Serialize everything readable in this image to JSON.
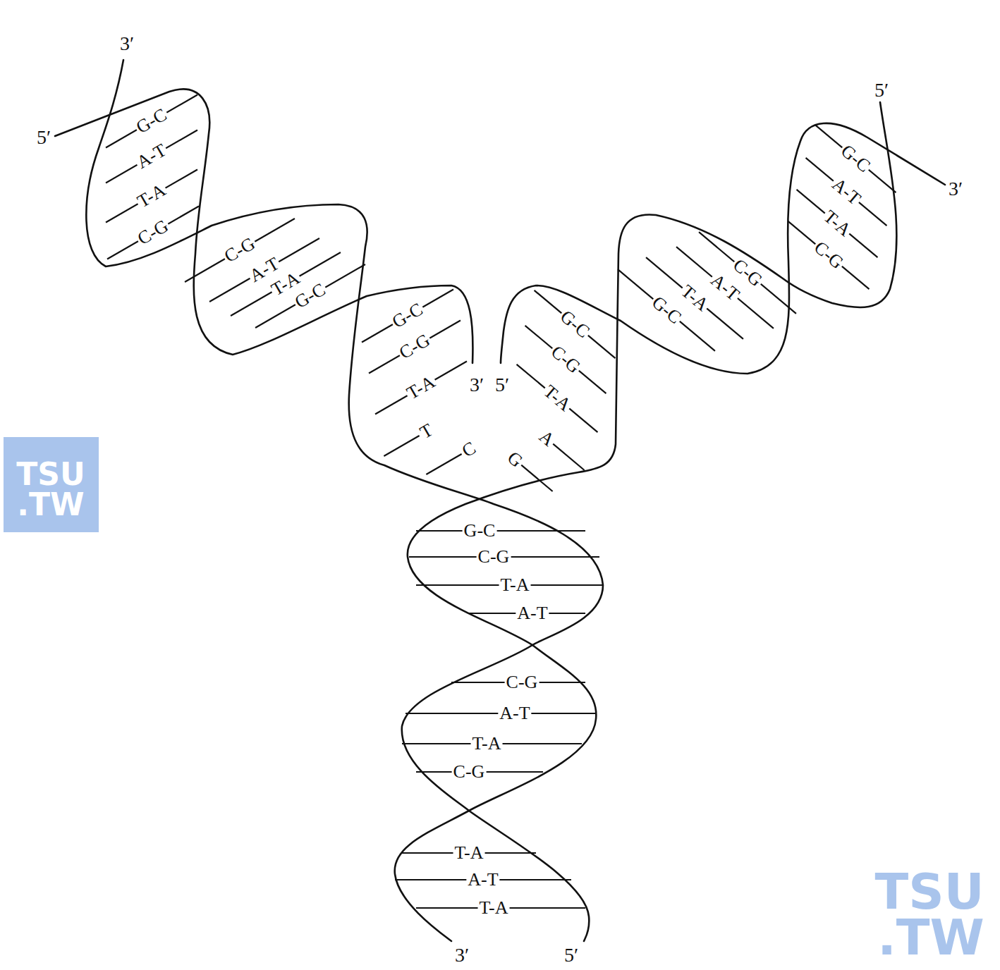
{
  "diagram": {
    "labels": [
      "3′",
      "5′",
      "G-C",
      "A-T",
      "T-A",
      "C-G",
      "C-G",
      "A-T",
      "T-A",
      "G-C",
      "G-C",
      "C-G",
      "T-A",
      "3′",
      "T",
      "C",
      "5′",
      "3′",
      "G-C",
      "A-T",
      "T-A",
      "C-G",
      "C-G",
      "A-T",
      "T-A",
      "G-C",
      "G-C",
      "C-G",
      "T-A",
      "5′",
      "A",
      "G",
      "G-C",
      "C-G",
      "T-A",
      "A-T",
      "C-G",
      "A-T",
      "T-A",
      "C-G",
      "T-A",
      "A-T",
      "T-A",
      "3′",
      "5′",
      "TSU",
      ".TW",
      "TSU",
      ".TW"
    ]
  }
}
